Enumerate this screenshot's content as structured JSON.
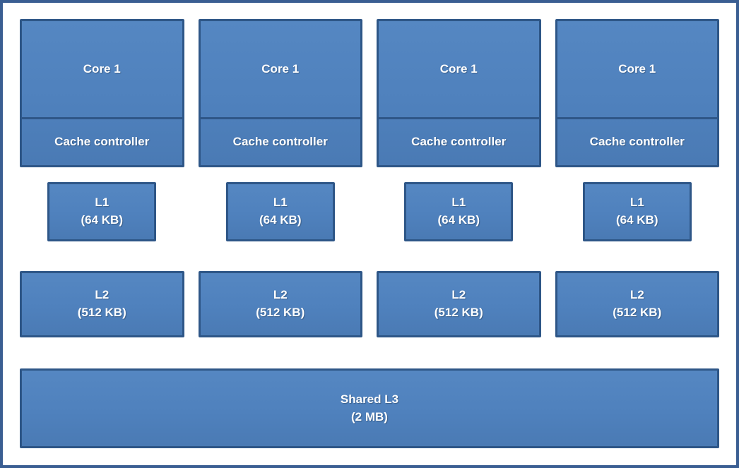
{
  "colors": {
    "frame_border": "#3a5e92",
    "box_fill": "#4f81bd",
    "box_border": "#2e5687",
    "text_color": "#ffffff"
  },
  "cores": [
    {
      "name": "Core 1",
      "controller": "Cache controller",
      "l1_line1": "L1",
      "l1_line2": "(64 KB)",
      "l2_line1": "L2",
      "l2_line2": "(512 KB)"
    },
    {
      "name": "Core 1",
      "controller": "Cache controller",
      "l1_line1": "L1",
      "l1_line2": "(64 KB)",
      "l2_line1": "L2",
      "l2_line2": "(512 KB)"
    },
    {
      "name": "Core 1",
      "controller": "Cache controller",
      "l1_line1": "L1",
      "l1_line2": "(64 KB)",
      "l2_line1": "L2",
      "l2_line2": "(512 KB)"
    },
    {
      "name": "Core 1",
      "controller": "Cache controller",
      "l1_line1": "L1",
      "l1_line2": "(64 KB)",
      "l2_line1": "L2",
      "l2_line2": "(512 KB)"
    }
  ],
  "shared_l3": {
    "line1": "Shared L3",
    "line2": "(2 MB)"
  }
}
